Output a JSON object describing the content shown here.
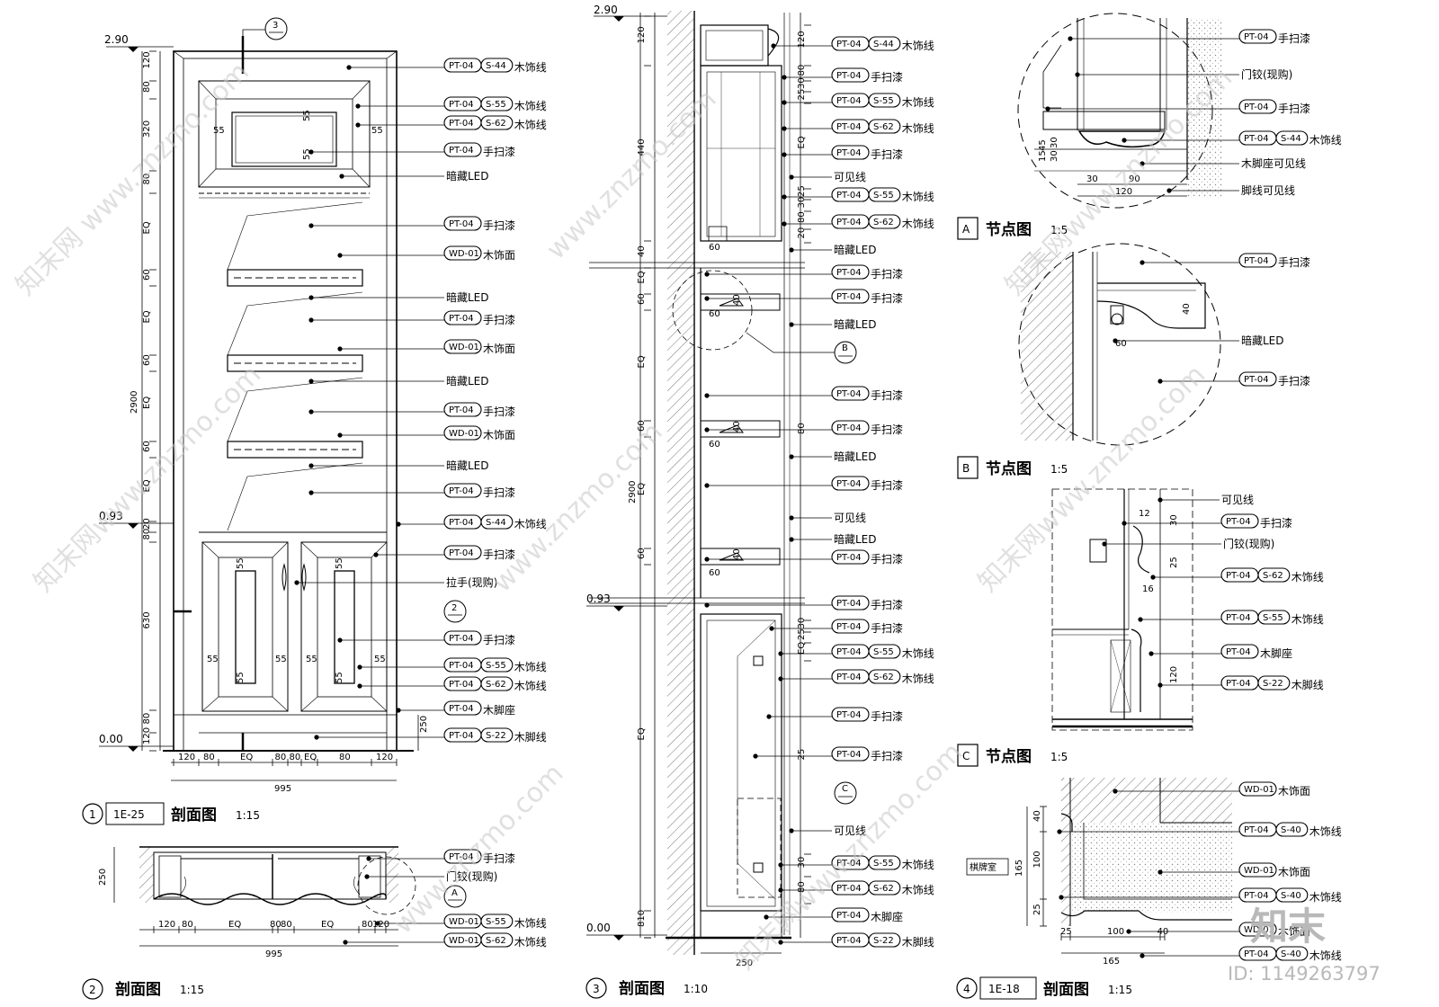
{
  "titles": {
    "t1": {
      "num": "1",
      "ref": "1E-25",
      "name": "剖面图",
      "scale": "1:15"
    },
    "t2": {
      "num": "2",
      "name": "剖面图",
      "scale": "1:15"
    },
    "t3": {
      "num": "3",
      "name": "剖面图",
      "scale": "1:10"
    },
    "tA": {
      "num": "A",
      "name": "节点图",
      "scale": "1:5"
    },
    "tB": {
      "num": "B",
      "name": "节点图",
      "scale": "1:5"
    },
    "tC": {
      "num": "C",
      "name": "节点图",
      "scale": "1:5"
    },
    "t4": {
      "num": "4",
      "ref": "1E-18",
      "name": "剖面图",
      "scale": "1:15"
    }
  },
  "levels": {
    "top": "2.90",
    "mid": "0.93",
    "bot": "0.00"
  },
  "v1": {
    "vdims": [
      "120",
      "80",
      "320",
      "80",
      "EQ",
      "60",
      "EQ",
      "60",
      "EQ",
      "60",
      "EQ",
      "20",
      "80",
      "630",
      "80",
      "120"
    ],
    "total_h": "2900",
    "hdims": [
      "120",
      "80",
      "EQ",
      "80",
      "80",
      "EQ",
      "80",
      "120"
    ],
    "total_w": "995",
    "inner": [
      "55",
      "55",
      "55",
      "55",
      "55",
      "55",
      "55",
      "55",
      "55",
      "55",
      "55",
      "55"
    ],
    "callout": {
      "n": "3"
    },
    "callout2": {
      "n": "2"
    },
    "labels": [
      {
        "code": "PT-04",
        "sub": "S-44",
        "text": "木饰线"
      },
      {
        "code": "PT-04",
        "sub": "S-55",
        "text": "木饰线"
      },
      {
        "code": "PT-04",
        "sub": "S-62",
        "text": "木饰线"
      },
      {
        "code": "PT-04",
        "text": "手扫漆"
      },
      {
        "text": "暗藏LED"
      },
      {
        "code": "PT-04",
        "text": "手扫漆"
      },
      {
        "code": "WD-01",
        "text": "木饰面"
      },
      {
        "text": "暗藏LED"
      },
      {
        "code": "PT-04",
        "text": "手扫漆"
      },
      {
        "code": "WD-01",
        "text": "木饰面"
      },
      {
        "text": "暗藏LED"
      },
      {
        "code": "PT-04",
        "text": "手扫漆"
      },
      {
        "code": "WD-01",
        "text": "木饰面"
      },
      {
        "text": "暗藏LED"
      },
      {
        "code": "PT-04",
        "text": "手扫漆"
      },
      {
        "code": "PT-04",
        "sub": "S-44",
        "text": "木饰线"
      },
      {
        "code": "PT-04",
        "text": "手扫漆"
      },
      {
        "text": "拉手(现购)"
      },
      {
        "code": "PT-04",
        "text": "手扫漆"
      },
      {
        "code": "PT-04",
        "sub": "S-55",
        "text": "木饰线"
      },
      {
        "code": "PT-04",
        "sub": "S-62",
        "text": "木饰线"
      },
      {
        "code": "PT-04",
        "text": "木脚座"
      },
      {
        "code": "PT-04",
        "sub": "S-22",
        "text": "木脚线"
      }
    ],
    "dim250": "250"
  },
  "v2": {
    "hdims": [
      "120",
      "80",
      "EQ",
      "80",
      "80",
      "EQ",
      "80",
      "120"
    ],
    "total_w": "995",
    "dim_h": "250",
    "callout": {
      "n": "A"
    },
    "labels": [
      {
        "code": "PT-04",
        "text": "手扫漆"
      },
      {
        "text": "门铰(现购)"
      },
      {
        "code": "WD-01",
        "sub": "S-55",
        "text": "木饰线"
      },
      {
        "code": "WD-01",
        "sub": "S-62",
        "text": "木饰线"
      }
    ]
  },
  "v3": {
    "vdims_left": [
      "120",
      "440",
      "40",
      "EQ",
      "60",
      "EQ",
      "60",
      "EQ",
      "60",
      "EQ",
      "810",
      "120"
    ],
    "total_h": "2900",
    "vdims_right": [
      "120",
      "80",
      "30",
      "25",
      "EQ",
      "25",
      "30",
      "80",
      "20",
      "80",
      "30",
      "25",
      "EQ",
      "25",
      "30",
      "80"
    ],
    "bottom_w": "250",
    "d60": [
      "60",
      "60",
      "60",
      "60"
    ],
    "d40": [
      "40",
      "40",
      "40"
    ],
    "callout_b": {
      "n": "B"
    },
    "callout_c": {
      "n": "C"
    },
    "labels": [
      {
        "code": "PT-04",
        "sub": "S-44",
        "text": "木饰线"
      },
      {
        "code": "PT-04",
        "text": "手扫漆"
      },
      {
        "code": "PT-04",
        "sub": "S-55",
        "text": "木饰线"
      },
      {
        "code": "PT-04",
        "sub": "S-62",
        "text": "木饰线"
      },
      {
        "code": "PT-04",
        "text": "手扫漆"
      },
      {
        "text": "可见线"
      },
      {
        "code": "PT-04",
        "sub": "S-55",
        "text": "木饰线"
      },
      {
        "code": "PT-04",
        "sub": "S-62",
        "text": "木饰线"
      },
      {
        "text": "暗藏LED"
      },
      {
        "code": "PT-04",
        "text": "手扫漆"
      },
      {
        "code": "PT-04",
        "text": "手扫漆"
      },
      {
        "text": "暗藏LED"
      },
      {
        "code": "PT-04",
        "text": "手扫漆"
      },
      {
        "code": "PT-04",
        "text": "手扫漆"
      },
      {
        "text": "暗藏LED"
      },
      {
        "code": "PT-04",
        "text": "手扫漆"
      },
      {
        "text": "可见线"
      },
      {
        "text": "暗藏LED"
      },
      {
        "code": "PT-04",
        "text": "手扫漆"
      },
      {
        "code": "PT-04",
        "text": "手扫漆"
      },
      {
        "code": "PT-04",
        "text": "手扫漆"
      },
      {
        "code": "PT-04",
        "sub": "S-55",
        "text": "木饰线"
      },
      {
        "code": "PT-04",
        "sub": "S-62",
        "text": "木饰线"
      },
      {
        "code": "PT-04",
        "text": "手扫漆"
      },
      {
        "code": "PT-04",
        "text": "手扫漆"
      },
      {
        "text": "可见线"
      },
      {
        "code": "PT-04",
        "sub": "S-55",
        "text": "木饰线"
      },
      {
        "code": "PT-04",
        "sub": "S-62",
        "text": "木饰线"
      },
      {
        "code": "PT-04",
        "text": "木脚座"
      },
      {
        "code": "PT-04",
        "sub": "S-22",
        "text": "木脚线"
      }
    ]
  },
  "vA": {
    "dims": [
      "45",
      "30",
      "15",
      "30",
      "30",
      "90",
      "120"
    ],
    "labels": [
      {
        "code": "PT-04",
        "text": "手扫漆"
      },
      {
        "text": "门铰(现购)"
      },
      {
        "code": "PT-04",
        "text": "手扫漆"
      },
      {
        "code": "PT-04",
        "sub": "S-44",
        "text": "木饰线"
      },
      {
        "text": "木脚座可见线"
      },
      {
        "text": "脚线可见线"
      }
    ]
  },
  "vB": {
    "dims": [
      "40",
      "60"
    ],
    "labels": [
      {
        "code": "PT-04",
        "text": "手扫漆"
      },
      {
        "text": "暗藏LED"
      },
      {
        "code": "PT-04",
        "text": "手扫漆"
      }
    ]
  },
  "vC": {
    "dims": [
      "12",
      "30",
      "25",
      "16",
      "120"
    ],
    "labels": [
      {
        "text": "可见线"
      },
      {
        "code": "PT-04",
        "text": "手扫漆"
      },
      {
        "text": "门铰(现购)"
      },
      {
        "code": "PT-04",
        "sub": "S-62",
        "text": "木饰线"
      },
      {
        "code": "PT-04",
        "sub": "S-55",
        "text": "木饰线"
      },
      {
        "code": "PT-04",
        "text": "木脚座"
      },
      {
        "code": "PT-04",
        "sub": "S-22",
        "text": "木脚线"
      }
    ]
  },
  "v4": {
    "room": "棋牌室",
    "vdims": [
      "40",
      "100",
      "25"
    ],
    "total_h": "165",
    "hdims": [
      "25",
      "100",
      "40"
    ],
    "total_w": "165",
    "labels": [
      {
        "code": "WD-01",
        "text": "木饰面"
      },
      {
        "code": "PT-04",
        "sub": "S-40",
        "text": "木饰线"
      },
      {
        "code": "WD-01",
        "text": "木饰面"
      },
      {
        "code": "PT-04",
        "sub": "S-40",
        "text": "木饰线"
      },
      {
        "code": "WD-01",
        "text": "木饰面"
      },
      {
        "code": "PT-04",
        "sub": "S-40",
        "text": "木饰线"
      }
    ]
  },
  "watermarks": [
    "知末网 www.znzmo.com",
    "www.znzmo.com",
    "知末网www.znzmo.com",
    "知末网www.znzmo.com",
    "www.znzmo.com",
    "知末网www.znzmo.com",
    "www.znzmo.com",
    "知末网www.znzmo.com"
  ],
  "brand": {
    "logo": "知末",
    "id": "ID: 1149263797"
  }
}
